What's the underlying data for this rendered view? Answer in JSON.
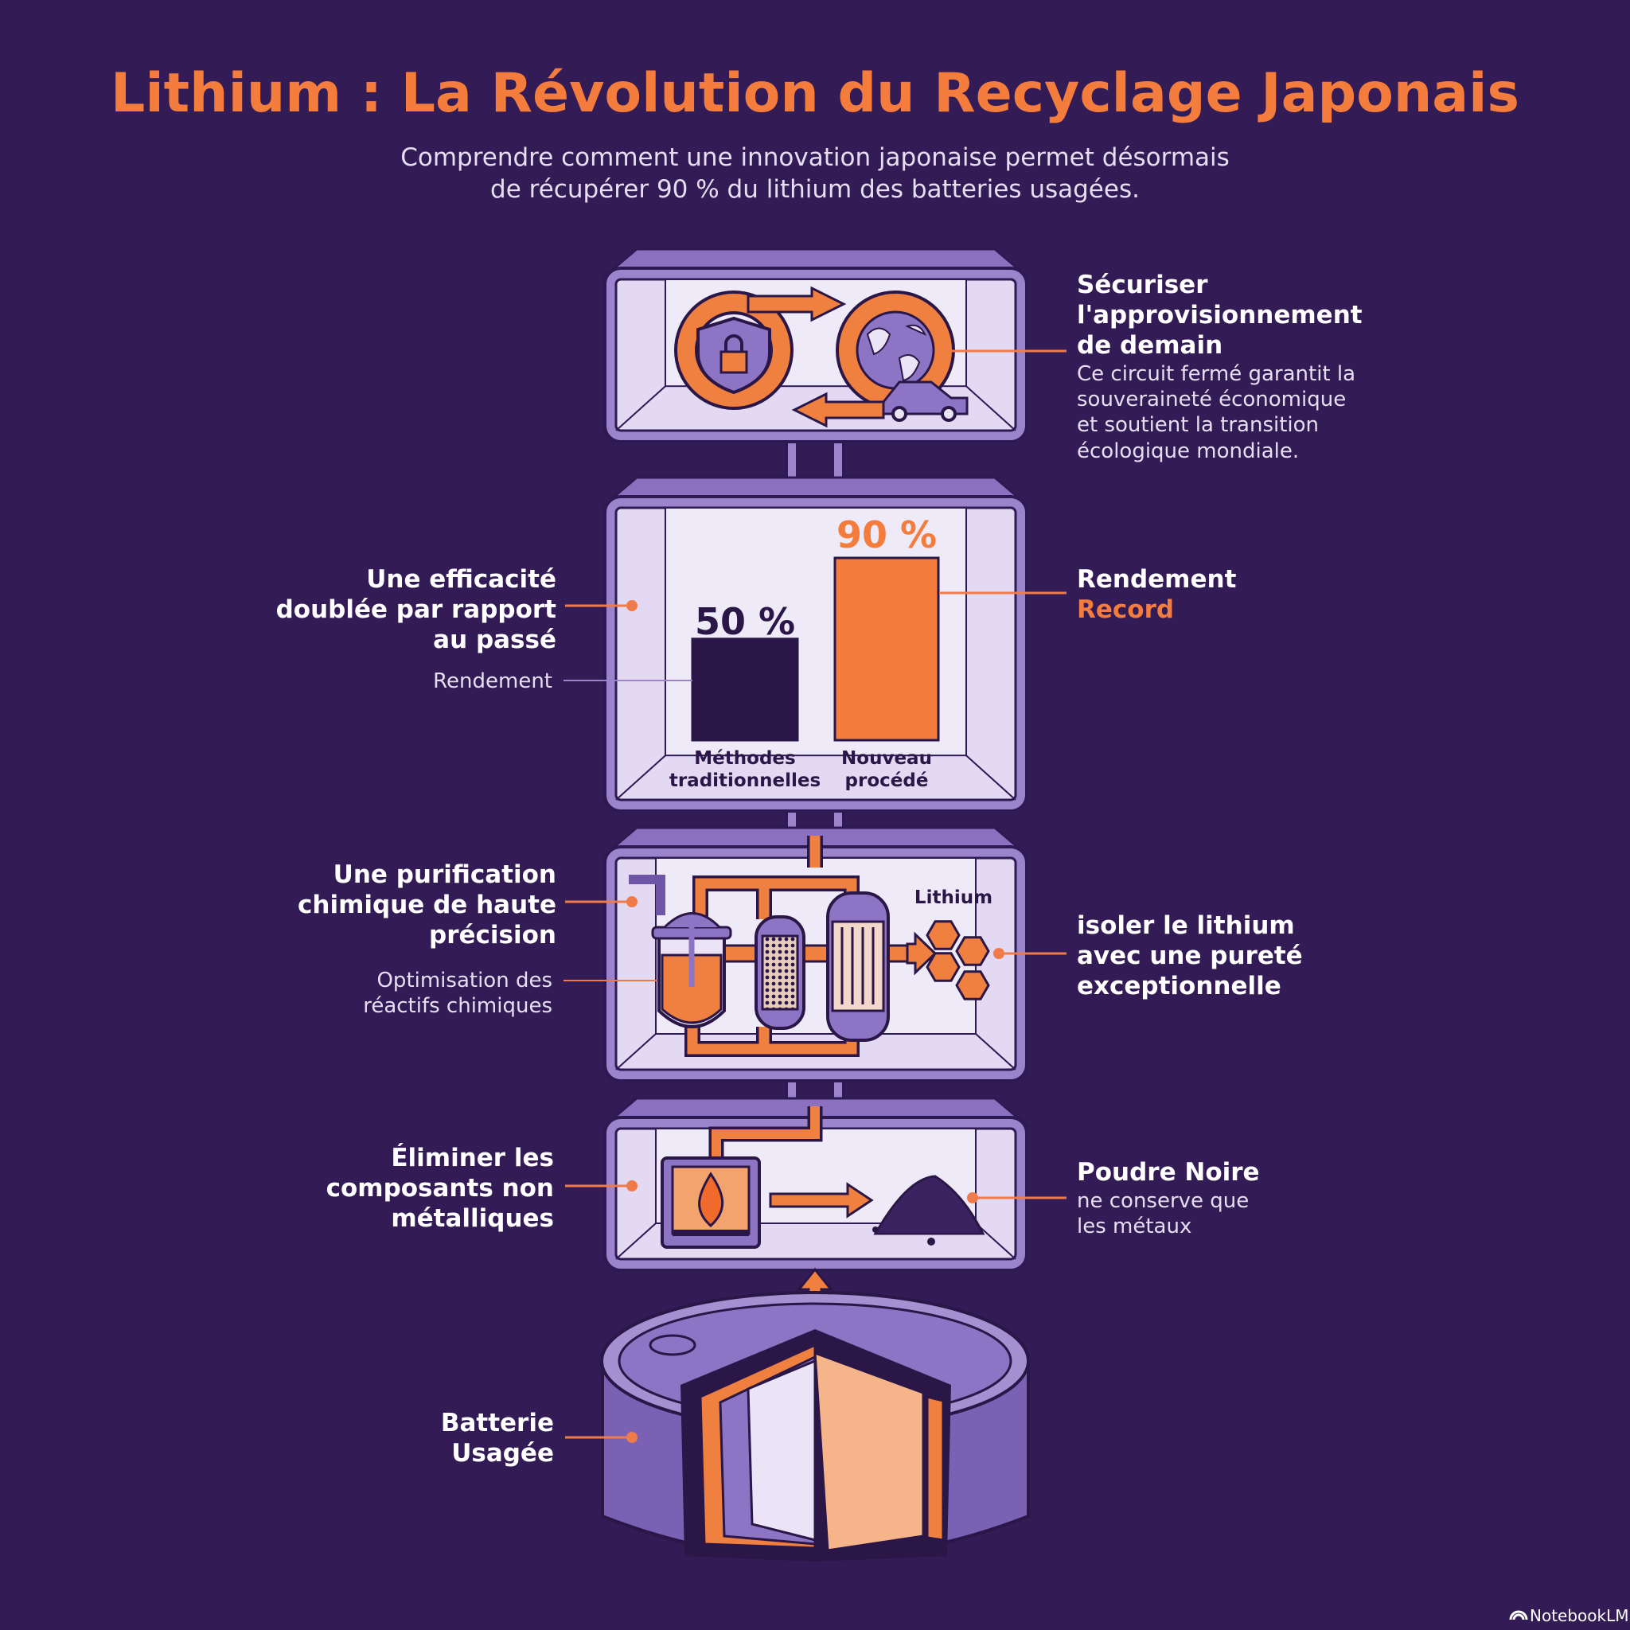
{
  "title": "Lithium : La Révolution du Recyclage Japonais",
  "subtitle": [
    "Comprendre comment une innovation japonaise permet désormais",
    "de récupérer 90 % du lithium des batteries usagées."
  ],
  "colors": {
    "background": "#331b55",
    "accent": "#f47c3c",
    "frame": "#9b84cc",
    "panel": "#ebe4f6",
    "dark": "#2a1748"
  },
  "stage_supply": {
    "heading": [
      "Sécuriser",
      "l'approvisionnement",
      "de demain"
    ],
    "body": [
      "Ce circuit fermé garantit la",
      "souveraineté économique",
      "et soutient la transition",
      "écologique mondiale."
    ],
    "icons": [
      "shield-lock-icon",
      "globe-icon",
      "car-icon",
      "circular-arrows-icon"
    ]
  },
  "stage_yield": {
    "left_heading": [
      "Une efficacité",
      "doublée par rapport",
      "au passé"
    ],
    "left_note": "Rendement",
    "right_heading": "Rendement",
    "right_highlight": "Record"
  },
  "chart_data": {
    "type": "bar",
    "title": "Rendement",
    "categories": [
      [
        "Méthodes",
        "traditionnelles"
      ],
      [
        "Nouveau",
        "procédé"
      ]
    ],
    "values": [
      50,
      90
    ],
    "labels": [
      "50 %",
      "90 %"
    ],
    "ylim": [
      0,
      100
    ],
    "bar_colors": [
      "#2a1748",
      "#f47c3c"
    ]
  },
  "stage_purification": {
    "left_heading": [
      "Une purification",
      "chimique de haute",
      "précision"
    ],
    "left_note": [
      "Optimisation des",
      "réactifs chimiques"
    ],
    "product_label": "Lithium",
    "right_heading": [
      "isoler le lithium",
      "avec une pureté",
      "exceptionnelle"
    ]
  },
  "stage_pyrolysis": {
    "left_heading": [
      "Éliminer les",
      "composants non",
      "métalliques"
    ],
    "right_heading": "Poudre Noire",
    "right_body": [
      "ne conserve que",
      "les métaux"
    ]
  },
  "stage_battery": {
    "left_heading": [
      "Batterie",
      "Usagée"
    ]
  },
  "footer": {
    "brand": "NotebookLM"
  }
}
